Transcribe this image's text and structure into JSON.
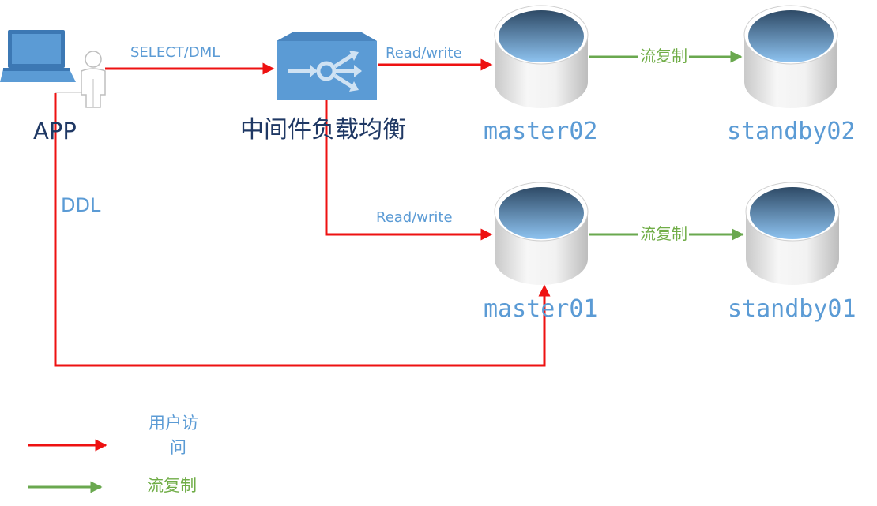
{
  "colors": {
    "user_access": "#ee1111",
    "replication": "#6aa84f",
    "label_blue": "#5b9bd5",
    "label_dark": "#1f3864",
    "db_top": "#5b9bd5",
    "lb_fill": "#5b9bd5"
  },
  "nodes": {
    "app": {
      "label": "APP",
      "icon": "laptop-user-icon"
    },
    "lb": {
      "label": "中间件负载均衡",
      "icon": "load-balancer-icon"
    },
    "master02": {
      "label": "master02",
      "icon": "database-icon"
    },
    "standby02": {
      "label": "standby02",
      "icon": "database-icon"
    },
    "master01": {
      "label": "master01",
      "icon": "database-icon"
    },
    "standby01": {
      "label": "standby01",
      "icon": "database-icon"
    }
  },
  "edges": {
    "app_to_lb": "SELECT/DML",
    "lb_to_master02": "Read/write",
    "lb_to_master01": "Read/write",
    "master02_to_standby02": "流复制",
    "master01_to_standby01": "流复制",
    "app_to_master01": "DDL"
  },
  "legend": {
    "user_access_line1": "用户访",
    "user_access_line2": "问",
    "replication": "流复制"
  }
}
